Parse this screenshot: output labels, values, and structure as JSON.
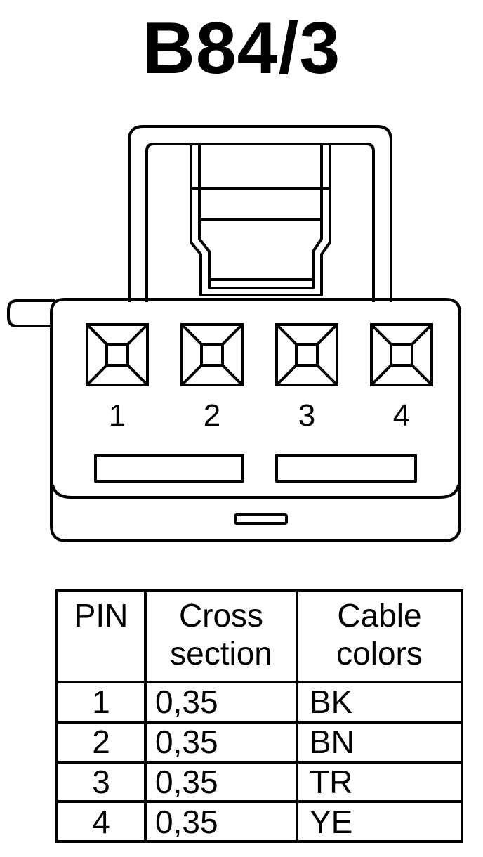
{
  "title": "B84/3",
  "connector": {
    "pins": [
      "1",
      "2",
      "3",
      "4"
    ]
  },
  "table": {
    "headers": {
      "pin": "PIN",
      "cross_line1": "Cross",
      "cross_line2": "section",
      "colors_line1": "Cable",
      "colors_line2": "colors"
    },
    "rows": [
      {
        "pin": "1",
        "cross": "0,35",
        "color": "BK"
      },
      {
        "pin": "2",
        "cross": "0,35",
        "color": "BN"
      },
      {
        "pin": "3",
        "cross": "0,35",
        "color": "TR"
      },
      {
        "pin": "4",
        "cross": "0,35",
        "color": "YE"
      }
    ]
  }
}
